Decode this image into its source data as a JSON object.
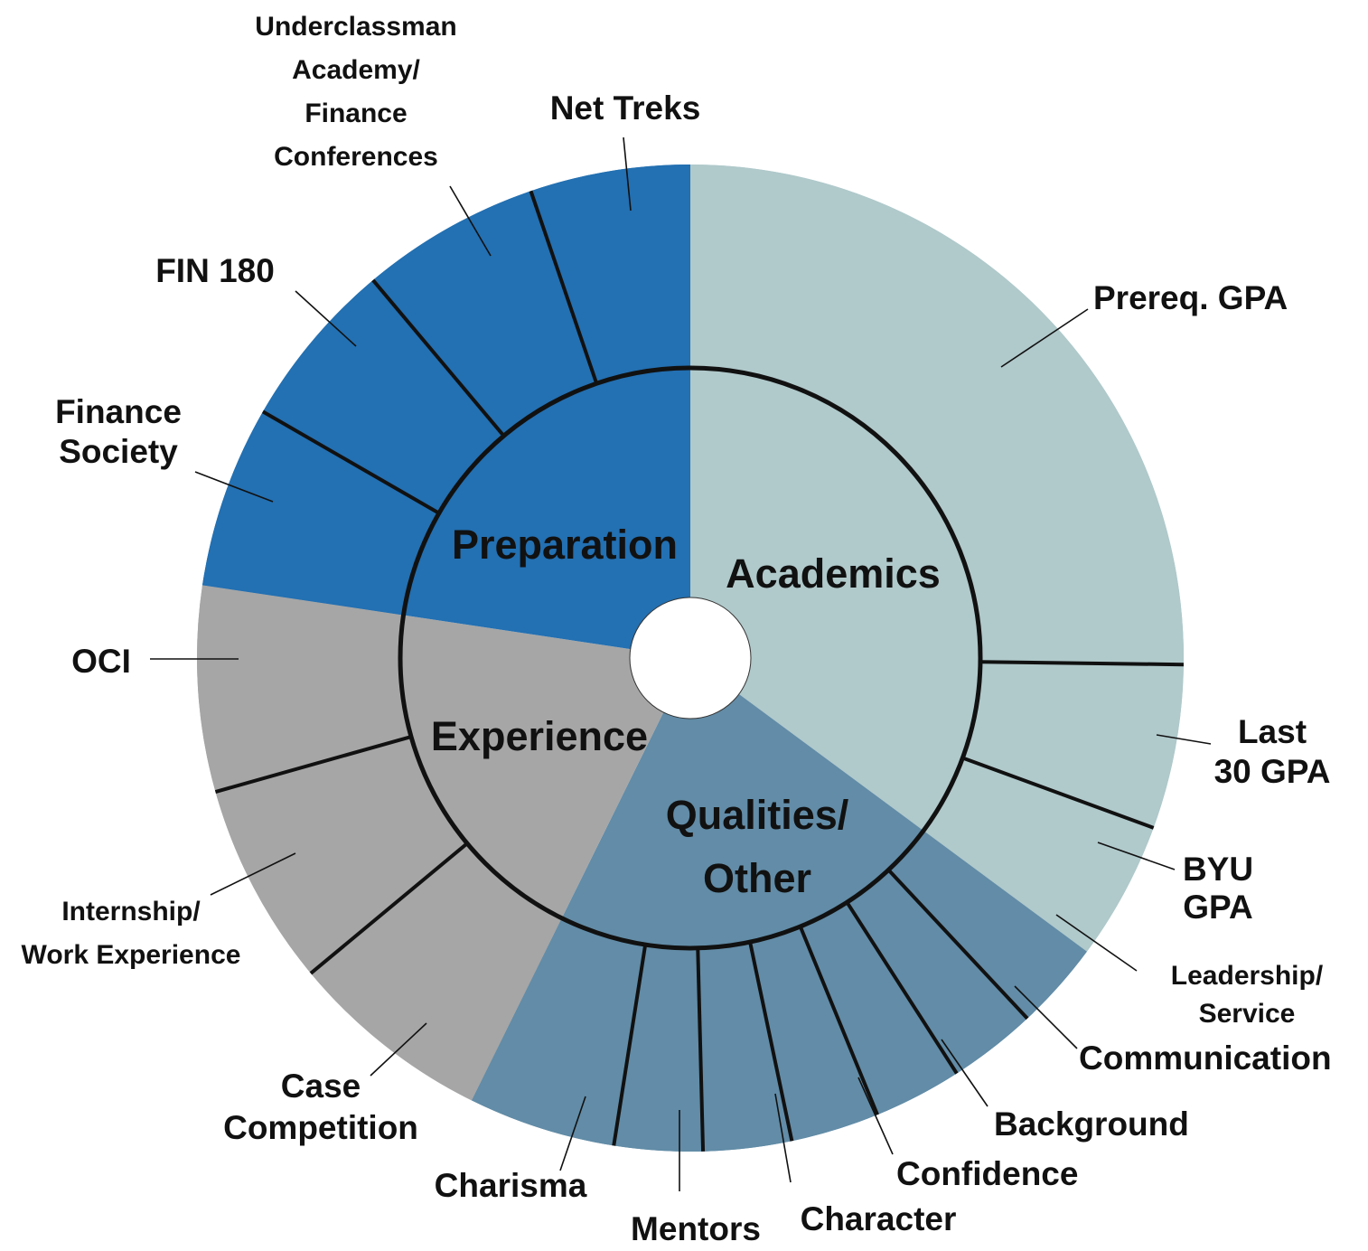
{
  "chart_data": {
    "type": "sunburst",
    "title": "",
    "inner": [
      {
        "label": "Academics",
        "lines": [
          "Academics"
        ],
        "value": 35.14,
        "color": "#b0c9cb"
      },
      {
        "label": "Qualities/ Other",
        "lines": [
          "Qualities/",
          "Other"
        ],
        "value": 22.17,
        "color": "#628ca7"
      },
      {
        "label": "Experience",
        "lines": [
          "Experience"
        ],
        "value": 20.05,
        "color": "#a6a6a6"
      },
      {
        "label": "Preparation",
        "lines": [
          "Preparation"
        ],
        "value": 22.64,
        "color": "#2370b2"
      }
    ],
    "outer": [
      {
        "label": "Prereq. GPA",
        "lines": [
          "Prereq. GPA"
        ],
        "parent": "Academics",
        "value": 25.21
      },
      {
        "label": "Last 30 GPA",
        "lines": [
          "Last",
          "30 GPA"
        ],
        "parent": "Academics",
        "value": 5.38
      },
      {
        "label": "BYU GPA",
        "lines": [
          "BYU",
          "GPA"
        ],
        "parent": "Academics",
        "value": 4.55
      },
      {
        "label": "Leadership/ Service",
        "lines": [
          "Leadership/",
          "Service"
        ],
        "parent": "Qualities/ Other",
        "value": 2.89
      },
      {
        "label": "Communication",
        "lines": [
          "Communication"
        ],
        "parent": "Qualities/ Other",
        "value": 2.89
      },
      {
        "label": "Background",
        "lines": [
          "Background"
        ],
        "parent": "Qualities/ Other",
        "value": 2.89
      },
      {
        "label": "Confidence",
        "lines": [
          "Confidence"
        ],
        "parent": "Qualities/ Other",
        "value": 2.89
      },
      {
        "label": "Character",
        "lines": [
          "Character"
        ],
        "parent": "Qualities/ Other",
        "value": 2.89
      },
      {
        "label": "Mentors",
        "lines": [
          "Mentors"
        ],
        "parent": "Qualities/ Other",
        "value": 2.89
      },
      {
        "label": "Charisma",
        "lines": [
          "Charisma"
        ],
        "parent": "Qualities/ Other",
        "value": 4.83
      },
      {
        "label": "Case Competition",
        "lines": [
          "Case",
          "Competition"
        ],
        "parent": "Experience",
        "value": 6.66
      },
      {
        "label": "Internship/ Work Experience",
        "lines": [
          "Internship/",
          "Work Experience"
        ],
        "parent": "Experience",
        "value": 6.66
      },
      {
        "label": "OCI",
        "lines": [
          "OCI"
        ],
        "parent": "Experience",
        "value": 6.73
      },
      {
        "label": "Finance Society",
        "lines": [
          "Finance",
          "Society"
        ],
        "parent": "Preparation",
        "value": 5.96
      },
      {
        "label": "FIN 180",
        "lines": [
          "FIN 180"
        ],
        "parent": "Preparation",
        "value": 5.56
      },
      {
        "label": "Underclassman Academy/ Finance Conferences",
        "lines": [
          "Underclassman",
          "Academy/",
          "Finance",
          "Conferences"
        ],
        "parent": "Preparation",
        "value": 5.88
      },
      {
        "label": "Net Treks",
        "lines": [
          "Net Treks"
        ],
        "parent": "Preparation",
        "value": 5.24
      }
    ]
  }
}
